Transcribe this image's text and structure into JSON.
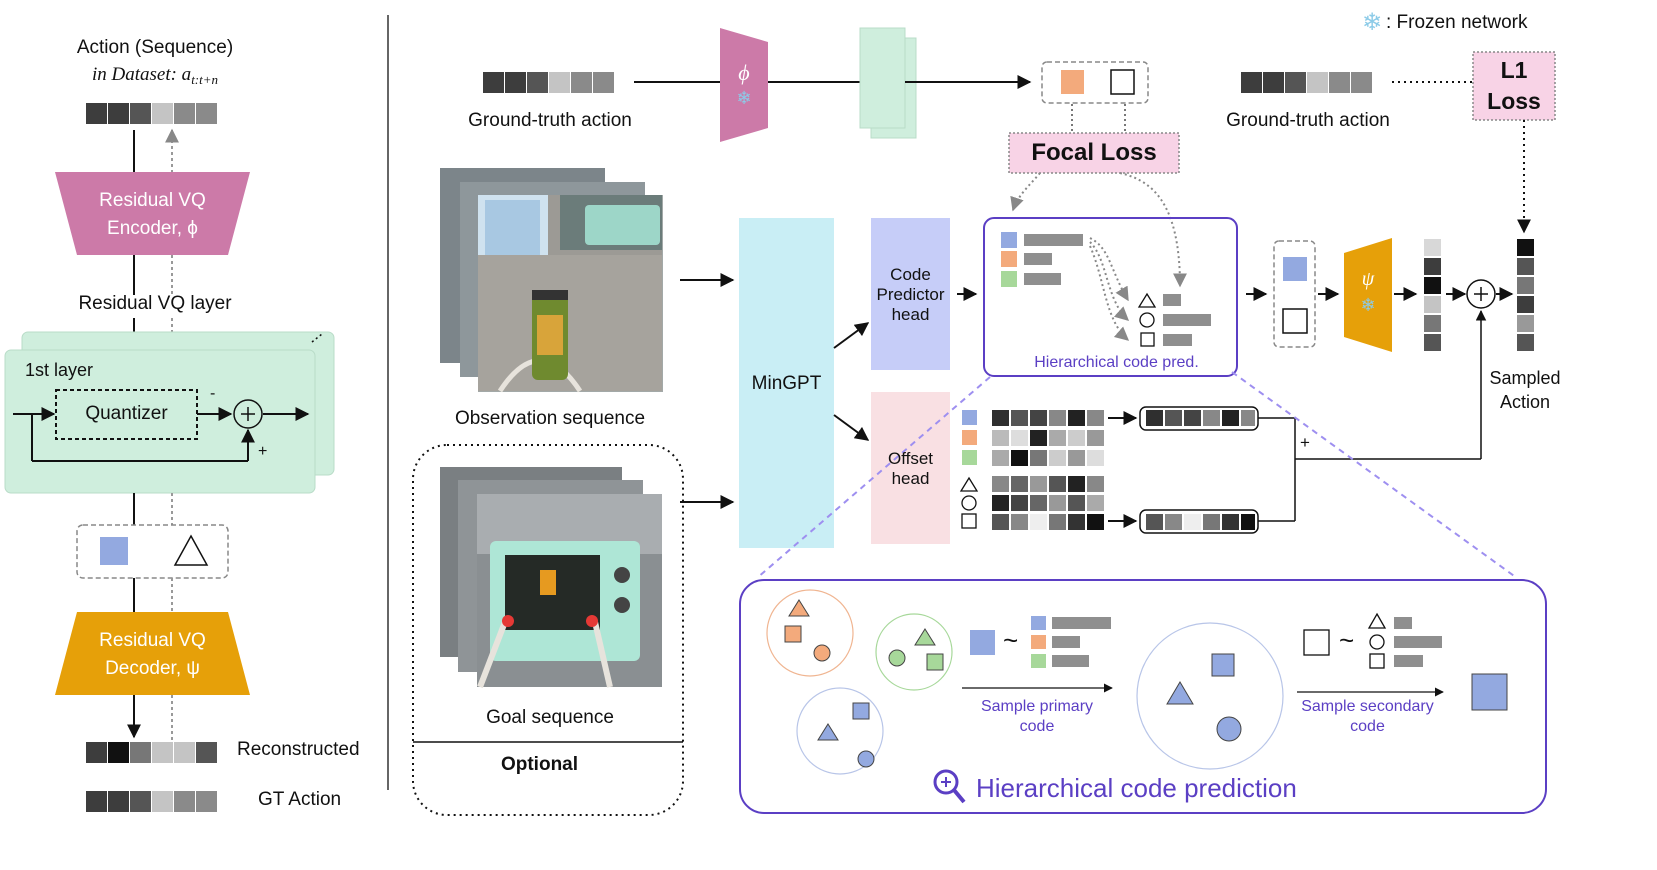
{
  "left_panel": {
    "action_title_line1": "Action (Sequence)",
    "action_title_line2": "in Dataset: a",
    "action_subscript": "t:t+n",
    "encoder_line1": "Residual VQ",
    "encoder_line2": "Encoder, ϕ",
    "layer_label": "Residual VQ layer",
    "first_layer_label": "1st layer",
    "first_layer_super": "st",
    "quantizer_label": "Quantizer",
    "minus_sign": "-",
    "plus_sign": "+",
    "decoder_line1": "Residual VQ",
    "decoder_line2": "Decoder, ψ",
    "reconstructed_label": "Reconstructed",
    "gt_action_label": "GT Action"
  },
  "top_row": {
    "frozen_legend": ": Frozen network",
    "gt_action_left": "Ground-truth action",
    "gt_action_right": "Ground-truth action",
    "phi_symbol": "ϕ",
    "focal_loss": "Focal Loss",
    "l1_loss_line1": "L1",
    "l1_loss_line2": "Loss"
  },
  "middle": {
    "observation_label": "Observation sequence",
    "goal_label": "Goal sequence",
    "optional_label": "Optional",
    "mingpt_label": "MinGPT",
    "code_head_line1": "Code",
    "code_head_line2": "Predictor",
    "code_head_line3": "head",
    "offset_head_line1": "Offset",
    "offset_head_line2": "head",
    "hier_caption": "Hierarchical code pred.",
    "psi_symbol": "ψ",
    "plus_sign": "+",
    "sampled_line1": "Sampled",
    "sampled_line2": "Action"
  },
  "bottom_panel": {
    "title": "Hierarchical code prediction",
    "sample_primary_line1": "Sample primary",
    "sample_primary_line2": "code",
    "sample_secondary_line1": "Sample secondary",
    "sample_secondary_line2": "code",
    "tilde": "~"
  },
  "colors": {
    "encoder_pink": "#cc7aa8",
    "decoder_orange": "#e6a009",
    "layer_green": "#cfeedd",
    "mingpt_cyan": "#c9eef5",
    "code_head_blue": "#c6cdf8",
    "offset_head_pink": "#f9e0e3",
    "loss_pink": "#f8d3e6",
    "hier_purple": "#5b3fc4",
    "code_blue": "#93a9e0",
    "code_orange": "#f3aa7c",
    "code_green": "#a7d89a"
  }
}
